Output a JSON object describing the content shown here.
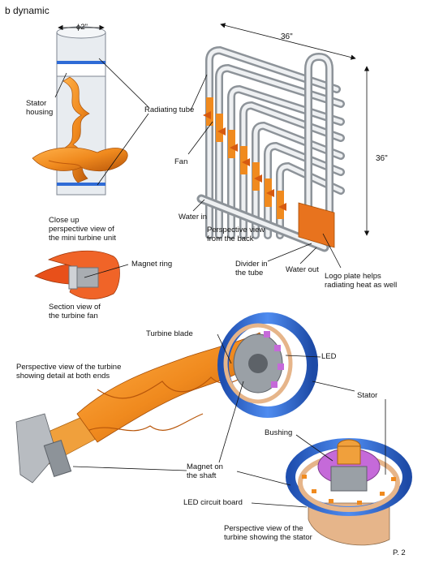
{
  "page": {
    "title": "b dynamic",
    "page_number": "P. 2"
  },
  "labels": {
    "diameter": "ϕ2\"",
    "stator_housing": "Stator\nhousing",
    "radiating_tube": "Radiating tube",
    "fan": "Fan",
    "close_up": "Close up\nperspective view of\nthe mini turbine unit",
    "width_dim": "36\"",
    "height_dim": "36\"",
    "water_in": "Water in",
    "perspective_back": "Perspective view\nfrom the back",
    "divider": "Divider in\nthe tube",
    "water_out": "Water out",
    "logo_plate": "Logo plate helps\nradiating heat as well",
    "magnet_ring": "Magnet ring",
    "section_view": "Section view of\nthe turbine fan",
    "turbine_blade": "Turbine blade",
    "perspective_turbine": "Perspective view of the turbine\nshowing detail at both ends",
    "led": "LED",
    "stator": "Stator",
    "bushing": "Bushing",
    "magnet_shaft": "Magnet on\nthe shaft",
    "led_board": "LED circuit board",
    "perspective_stator": "Perspective view of the\nturbine showing the stator"
  },
  "colors": {
    "orange": "#f08a1e",
    "orange_dark": "#c8600c",
    "red_orange": "#e8501a",
    "pipe": "#cfd2d6",
    "blue": "#2f6bd6",
    "purple": "#c56ad9",
    "gray": "#8b8f95"
  }
}
